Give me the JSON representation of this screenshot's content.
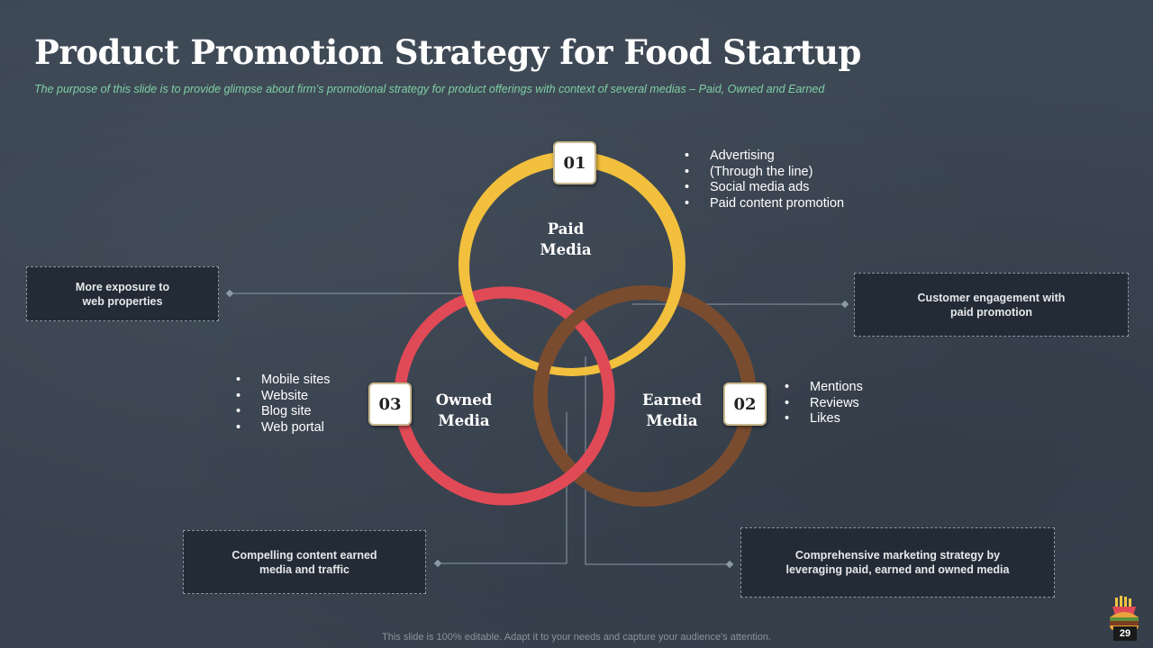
{
  "slide": {
    "title": "Product Promotion Strategy for Food Startup",
    "subtitle": "The purpose  of this slide is to provide  glimpse  about firm’s  promotional  strategy for product offerings with  context of several medias – Paid, Owned  and Earned",
    "footer": "This slide is 100% editable. Adapt it to your needs and capture your audience's attention.",
    "page_number": "29"
  },
  "colors": {
    "background": "#3b4653",
    "paid_ring": "#f2c03d",
    "owned_ring": "#e04a56",
    "earned_ring": "#7a4c2f",
    "subtitle": "#7fd0a4",
    "box_fill": "#222b36"
  },
  "paid": {
    "number": "01",
    "label_line1": "Paid",
    "label_line2": "Media",
    "bullets": [
      "Advertising",
      "(Through the line)",
      "Social media ads",
      "Paid content promotion"
    ]
  },
  "earned": {
    "number": "02",
    "label_line1": "Earned",
    "label_line2": "Media",
    "bullets": [
      "Mentions",
      "Reviews",
      "Likes"
    ]
  },
  "owned": {
    "number": "03",
    "label_line1": "Owned",
    "label_line2": "Media",
    "bullets": [
      "Mobile sites",
      "Website",
      "Blog site",
      "Web portal"
    ]
  },
  "boxes": {
    "paid_owned": {
      "line1": "More exposure to",
      "line2": "web properties"
    },
    "paid_earned": {
      "line1": "Customer  engagement with",
      "line2": "paid promotion"
    },
    "owned_earned": {
      "line1": "Compelling content earned",
      "line2": "media and traffic"
    },
    "all": {
      "line1": "Comprehensive marketing strategy  by",
      "line2": "leveraging paid, earned and owned media"
    }
  },
  "icons": {
    "logo": "burger-fries-icon"
  }
}
